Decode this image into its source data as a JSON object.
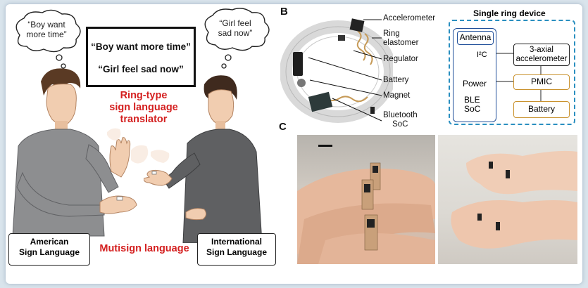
{
  "panel_a": {
    "bubble_left": [
      "“Boy want",
      "more time”"
    ],
    "bubble_right": [
      "“Girl feel",
      "sad now”"
    ],
    "quote_1": "“Boy want more time”",
    "quote_2": "“Girl feel sad now”",
    "translator": [
      "Ring-type",
      "sign language",
      "translator"
    ],
    "asl_label": [
      "American",
      "Sign Language"
    ],
    "isl_label": [
      "International",
      "Sign Language"
    ],
    "mutisign": "Mutisign language"
  },
  "panel_b": {
    "letter": "B",
    "callouts": {
      "accelerometer": "Accelerometer",
      "ring_elastomer": [
        "Ring",
        "elastomer"
      ],
      "regulator": "Regulator",
      "battery": "Battery",
      "magnet": "Magnet",
      "bluetooth": [
        "Bluetooth",
        "SoC"
      ]
    },
    "device_title": "Single ring device",
    "blocks": {
      "antenna": "Antenna",
      "i2c": "I²C",
      "accel": [
        "3-axial",
        "accelerometer"
      ],
      "power": "Power",
      "pmic": "PMIC",
      "ble": [
        "BLE",
        "SoC"
      ],
      "battery": "Battery"
    }
  },
  "panel_c": {
    "letter": "C"
  },
  "colors": {
    "red_text": "#d42020",
    "dashed_border": "#2a8fc0",
    "pmic_border": "#c9922e",
    "antenna_border": "#1f4e99"
  }
}
